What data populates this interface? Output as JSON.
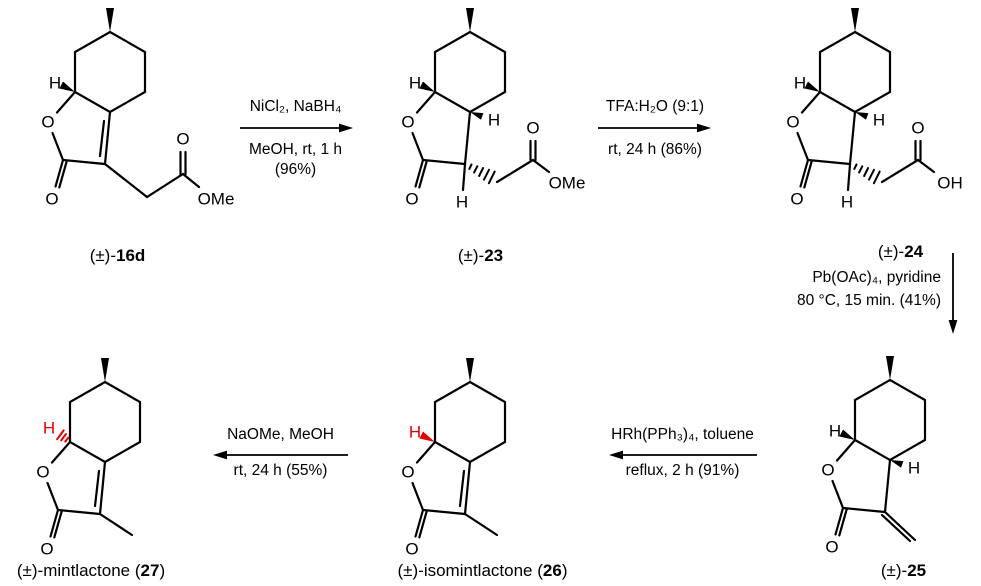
{
  "meta": {
    "background": "#ffffff",
    "bond_color": "#000000",
    "stereo_red": "#e00000"
  },
  "atoms": {
    "c16d": {
      "h7a": "H",
      "ring_o": "O",
      "lactone_o": "O",
      "ester_o": "O",
      "ester_or": "OMe"
    },
    "c23": {
      "h7a": "H",
      "h3a": "H",
      "h3": "H",
      "ring_o": "O",
      "lactone_o": "O",
      "ester_o": "O",
      "ester_or": "OMe"
    },
    "c24": {
      "h7a": "H",
      "h3a": "H",
      "h3": "H",
      "ring_o": "O",
      "lactone_o": "O",
      "ester_o": "O",
      "ester_or": "OH"
    },
    "c25": {
      "h7a": "H",
      "h3a": "H",
      "ring_o": "O",
      "lactone_o": "O"
    },
    "c26": {
      "h7a": "H",
      "ring_o": "O",
      "lactone_o": "O"
    },
    "c27": {
      "h7a": "H",
      "ring_o": "O",
      "lactone_o": "O"
    }
  },
  "labels": {
    "c16d": {
      "prefix": "(±)-",
      "bold": "16d",
      "suffix": ""
    },
    "c23": {
      "prefix": "(±)-",
      "bold": "23",
      "suffix": ""
    },
    "c24": {
      "prefix": "(±)-",
      "bold": "24",
      "suffix": ""
    },
    "c25": {
      "prefix": "(±)-",
      "bold": "25",
      "suffix": ""
    },
    "c26": {
      "prefix": "(±)-isomintlactone (",
      "bold": "26",
      "suffix": ")"
    },
    "c27": {
      "prefix": "(±)-mintlactone (",
      "bold": "27",
      "suffix": ")"
    }
  },
  "steps": {
    "step1": {
      "line1": "NiCl₂, NaBH₄",
      "line2": "MeOH, rt, 1 h",
      "line3": "(96%)"
    },
    "step2": {
      "line1": "TFA:H₂O (9:1)",
      "line2": "rt, 24 h (86%)"
    },
    "step3": {
      "line1": "Pb(OAc)₄,  pyridine",
      "line2": "80 °C, 15 min. (41%)"
    },
    "step4": {
      "line1": "HRh(PPh₃)₄, toluene",
      "line2": "reflux, 2 h (91%)"
    },
    "step5": {
      "line1": "NaOMe, MeOH",
      "line2": "rt, 24 h (55%)"
    }
  }
}
